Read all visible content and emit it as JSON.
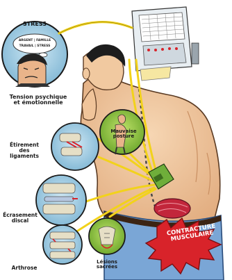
{
  "labels": {
    "stress": "STRESS",
    "stress_words": [
      "ARGENT",
      "FAMILLE",
      "TRAVAIL",
      "STRESS"
    ],
    "tension": "Tension psychique\net émotionnelle",
    "mauvaise_posture": "Mauvaise\nposture",
    "etirement": "Étirement\ndes\nligaments",
    "ecrasement": "Écrasement\ndiscal",
    "arthrose": "Arthrose",
    "lesions": "Lésions\nsacrées",
    "contracture": "CONTRACTURE\nMUSCULAIRE"
  },
  "colors": {
    "skin": "#f1c9a0",
    "jeans": "#7aa6d6",
    "accent_red": "#d8232a",
    "cable_yellow": "#f2d21b",
    "spine_gray": "#b9b9c4"
  }
}
